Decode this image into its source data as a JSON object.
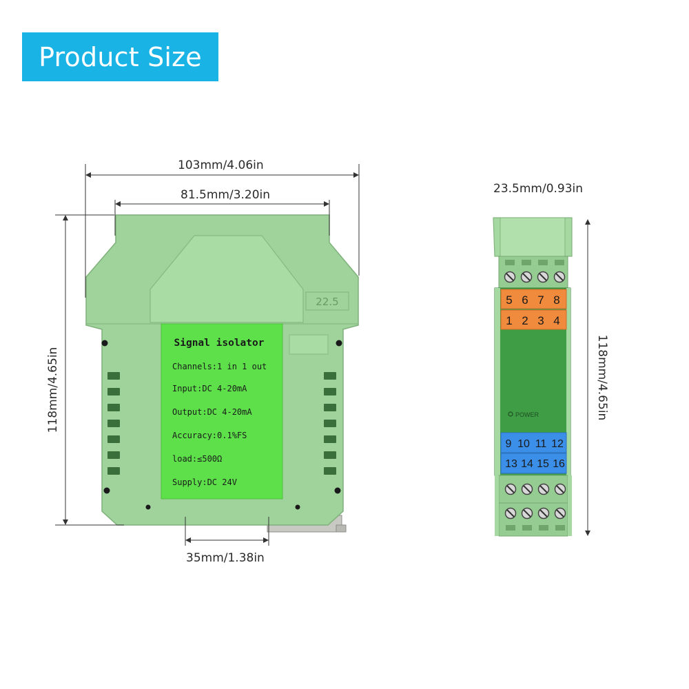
{
  "banner": {
    "title": "Product Size"
  },
  "dimensions": {
    "overall_width": "103mm/4.06in",
    "inner_width": "81.5mm/3.20in",
    "height_left": "118mm/4.65in",
    "rail_width": "35mm/1.38in",
    "side_width": "23.5mm/0.93in",
    "height_right": "118mm/4.65in"
  },
  "front_panel": {
    "model_mark": "22.5",
    "label_title": "Signal  isolator",
    "label_lines": [
      "Channels:1 in 1 out",
      "Input:DC 4-20mA",
      "Output:DC 4-20mA",
      "Accuracy:0.1%FS",
      "load:≤500Ω",
      "Supply:DC 24V"
    ]
  },
  "side_panel": {
    "power_label": "POWER",
    "orange_top": [
      "5",
      "6",
      "7",
      "8"
    ],
    "orange_bottom": [
      "1",
      "2",
      "3",
      "4"
    ],
    "blue_top": [
      "9",
      "10",
      "11",
      "12"
    ],
    "blue_bottom": [
      "13",
      "14",
      "15",
      "16"
    ]
  },
  "colors": {
    "banner": "#19b3e6",
    "housing": "#9fd39b",
    "label": "#5de04a",
    "side_body": "#3f9e45",
    "orange": "#f08a3c",
    "blue": "#3b8fe8"
  }
}
